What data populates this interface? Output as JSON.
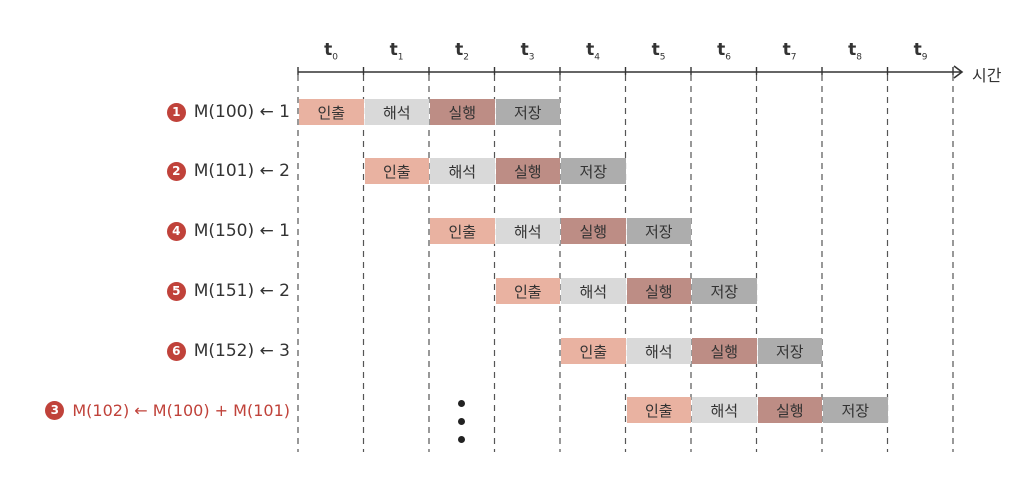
{
  "time_axis": {
    "ticks": [
      {
        "base": "t",
        "sub": "0"
      },
      {
        "base": "t",
        "sub": "1"
      },
      {
        "base": "t",
        "sub": "2"
      },
      {
        "base": "t",
        "sub": "3"
      },
      {
        "base": "t",
        "sub": "4"
      },
      {
        "base": "t",
        "sub": "5"
      },
      {
        "base": "t",
        "sub": "6"
      },
      {
        "base": "t",
        "sub": "7"
      },
      {
        "base": "t",
        "sub": "8"
      },
      {
        "base": "t",
        "sub": "9"
      }
    ],
    "label": "시간"
  },
  "stage_labels": [
    "인출",
    "해석",
    "실행",
    "저장"
  ],
  "colors": {
    "stage_fetch": "#e9b2a1",
    "stage_decode": "#d9d9d9",
    "stage_execute": "#bd8d85",
    "stage_store": "#adadad",
    "badge": "#c0423a",
    "highlight_text": "#c0423a"
  },
  "instructions": [
    {
      "badge": "1",
      "text": "M(100) ← 1",
      "start": 0,
      "highlight": false
    },
    {
      "badge": "2",
      "text": "M(101) ← 2",
      "start": 1,
      "highlight": false
    },
    {
      "badge": "4",
      "text": "M(150) ← 1",
      "start": 2,
      "highlight": false
    },
    {
      "badge": "5",
      "text": "M(151) ← 2",
      "start": 3,
      "highlight": false
    },
    {
      "badge": "6",
      "text": "M(152) ← 3",
      "start": 4,
      "highlight": false
    },
    {
      "badge": "3",
      "text": "M(102) ← M(100) + M(101)",
      "start": 5,
      "highlight": true
    }
  ]
}
